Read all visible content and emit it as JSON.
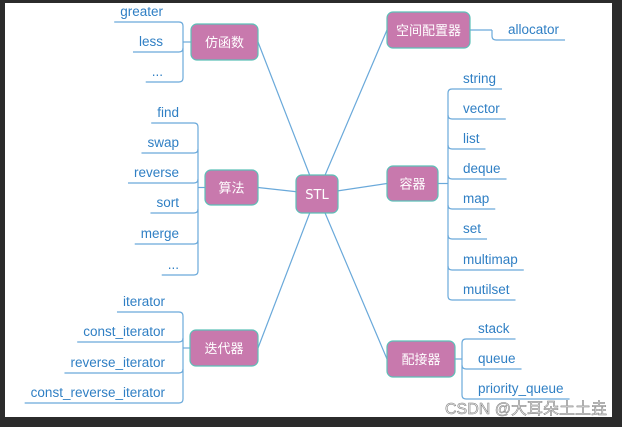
{
  "root": "STL",
  "branches": [
    {
      "id": "functor",
      "label": "仿函数",
      "side": "left",
      "leaves": [
        "greater",
        "less",
        "..."
      ]
    },
    {
      "id": "algorithm",
      "label": "算法",
      "side": "left",
      "leaves": [
        "find",
        "swap",
        "reverse",
        "sort",
        "merge",
        "..."
      ]
    },
    {
      "id": "iterator",
      "label": "迭代器",
      "side": "left",
      "leaves": [
        "iterator",
        "const_iterator",
        "reverse_iterator",
        "const_reverse_iterator"
      ]
    },
    {
      "id": "allocator",
      "label": "空间配置器",
      "side": "right",
      "leaves": [
        "allocator"
      ]
    },
    {
      "id": "container",
      "label": "容器",
      "side": "right",
      "leaves": [
        "string",
        "vector",
        "list",
        "deque",
        "map",
        "set",
        "multimap",
        "mutilset"
      ]
    },
    {
      "id": "adapter",
      "label": "配接器",
      "side": "right",
      "leaves": [
        "stack",
        "queue",
        "priority_queue"
      ]
    }
  ],
  "watermark": "CSDN @大耳朵土土垚",
  "colors": {
    "node": "#c879ad",
    "node_border": "#5cc0b8",
    "leaf_text": "#2f7fc4",
    "line": "#6aa9da"
  }
}
